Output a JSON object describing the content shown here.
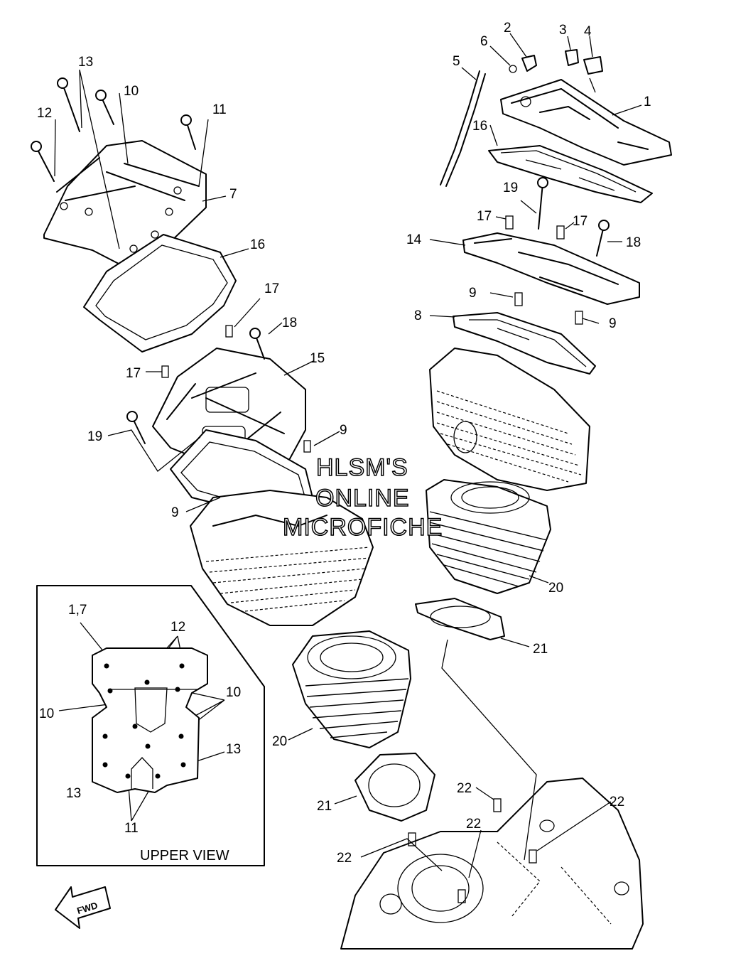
{
  "callouts": {
    "c1": "1",
    "c2": "2",
    "c3": "3",
    "c4": "4",
    "c5": "5",
    "c6": "6",
    "c7": "7",
    "c8": "8",
    "c9a": "9",
    "c9b": "9",
    "c9c": "9",
    "c9d": "9",
    "c10a": "10",
    "c10b": "10",
    "c10c": "10",
    "c11a": "11",
    "c11b": "11",
    "c12a": "12",
    "c12b": "12",
    "c13a": "13",
    "c13b": "13",
    "c13c": "13",
    "c14": "14",
    "c15": "15",
    "c16a": "16",
    "c16b": "16",
    "c17a": "17",
    "c17b": "17",
    "c17c": "17",
    "c17d": "17",
    "c18a": "18",
    "c18b": "18",
    "c19a": "19",
    "c19b": "19",
    "c20a": "20",
    "c20b": "20",
    "c21a": "21",
    "c21b": "21",
    "c22a": "22",
    "c22b": "22",
    "c22c": "22",
    "c22d": "22",
    "c17inset": "1,7"
  },
  "watermark": {
    "line1": "HLSM'S",
    "line2": "ONLINE",
    "line3": "MICROFICHE"
  },
  "inset": {
    "caption": "UPPER VIEW"
  },
  "fwd_label": "FWD"
}
